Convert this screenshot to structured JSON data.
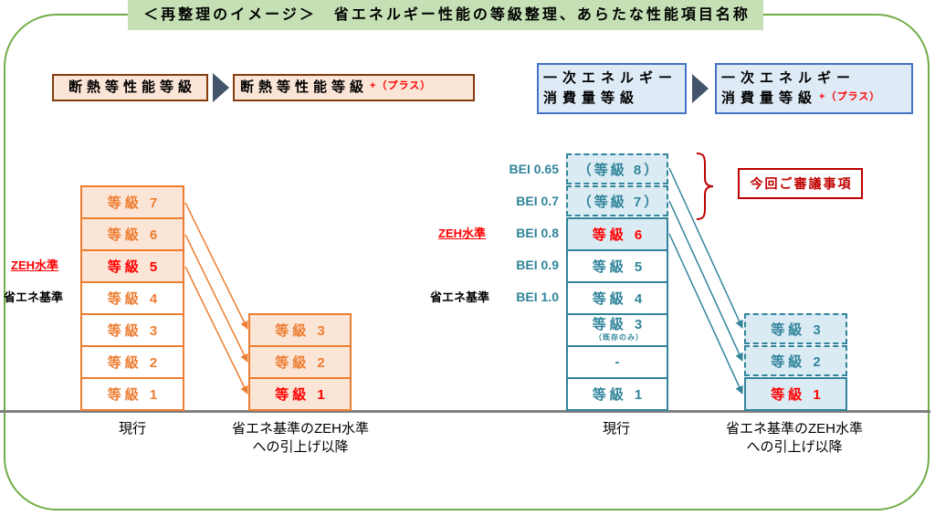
{
  "title": "＜再整理のイメージ＞　省エネルギー性能の等級整理、あらたな性能項目名称",
  "colors": {
    "frame_green": "#70AD47",
    "title_bg": "#C5E0B4",
    "orange": "#ED7D31",
    "orange_fill": "#FBE5D6",
    "teal": "#31849B",
    "teal_fill": "#DAEBF3",
    "blue_border": "#4472C4",
    "blue_fill": "#DEEBF7",
    "emphasis_red": "#FF0000",
    "review_red": "#C00000",
    "navy_arrow": "#44546A",
    "baseline_gray": "#7F7F7F"
  },
  "insulation": {
    "header_current": "断熱等性能等級",
    "header_new": "断熱等性能等級",
    "header_new_plus": "+（プラス）",
    "label_zeh": "ZEH水準",
    "label_standard": "省エネ基準",
    "current_grades": [
      "等級 7",
      "等級 6",
      "等級 5",
      "等級 4",
      "等級 3",
      "等級 2",
      "等級 1"
    ],
    "new_grades": [
      "等級 3",
      "等級 2",
      "等級 1"
    ],
    "caption_current": "現行",
    "caption_new": [
      "省エネ基準のZEH水準",
      "への引上げ以降"
    ]
  },
  "primary_energy": {
    "header_current": [
      "一次エネルギー",
      "消費量等級"
    ],
    "header_new": [
      "一次エネルギー",
      "消費量等級"
    ],
    "header_new_plus": "+（プラス）",
    "label_zeh": "ZEH水準",
    "label_standard": "省エネ基準",
    "bei_labels": [
      "BEI 0.65",
      "BEI 0.7",
      "BEI 0.8",
      "BEI 0.9",
      "BEI 1.0"
    ],
    "current_grades": [
      "（等級 8）",
      "（等級 7）",
      "等級 6",
      "等級 5",
      "等級 4",
      "等級 3",
      "-",
      "等級 1"
    ],
    "current_grade_3_note": "（既存のみ）",
    "new_grades": [
      "等級 3",
      "等級 2",
      "等級 1"
    ],
    "review_note": "今回ご審議事項",
    "caption_current": "現行",
    "caption_new": [
      "省エネ基準のZEH水準",
      "への引上げ以降"
    ]
  }
}
